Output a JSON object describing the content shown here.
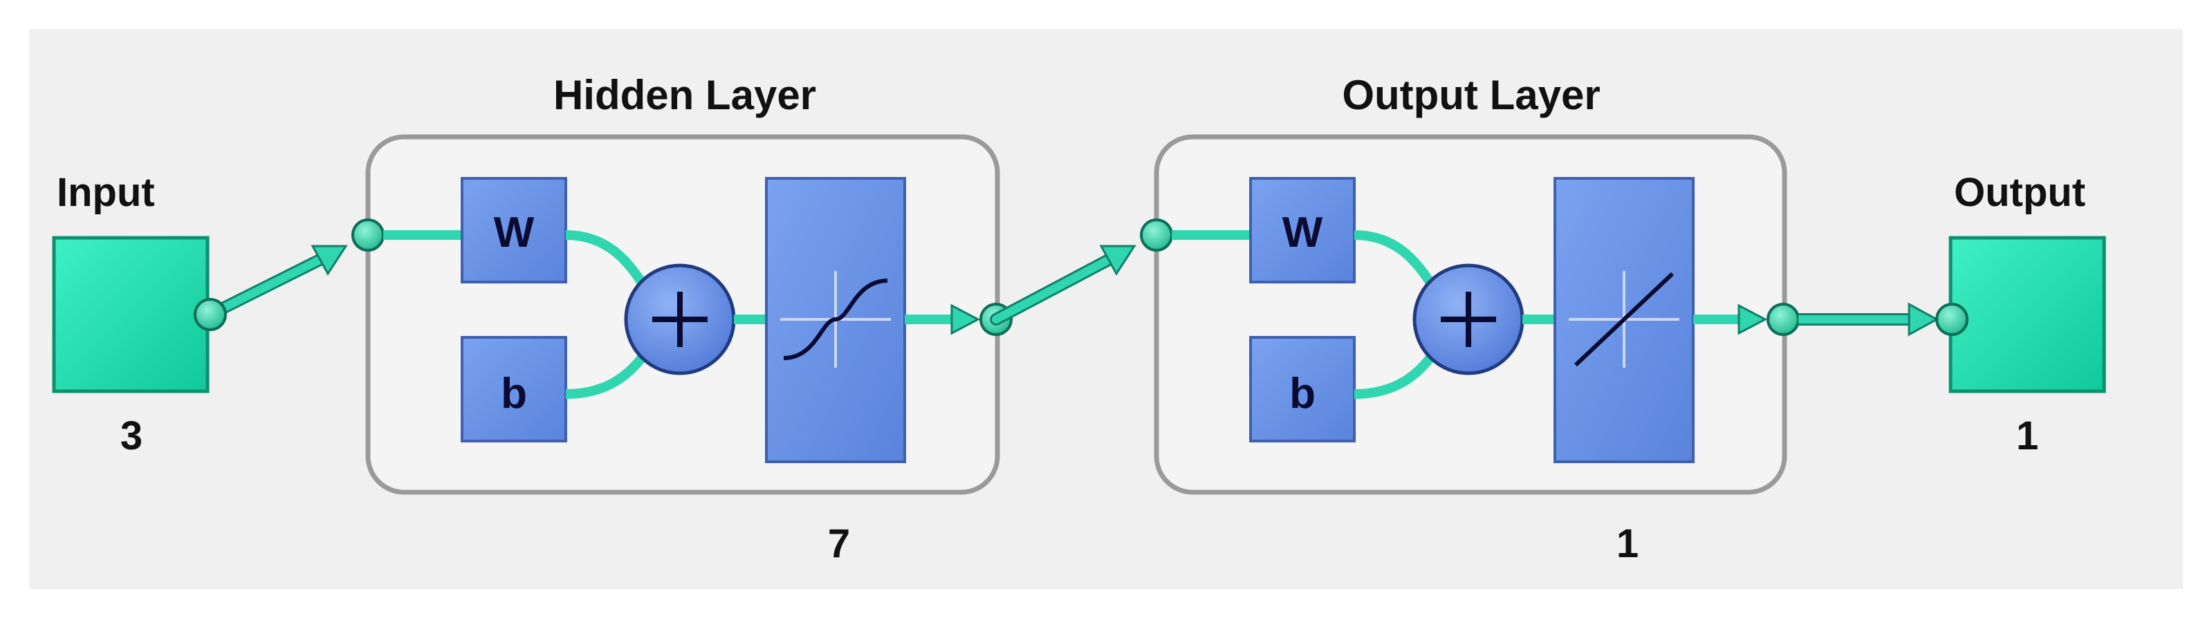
{
  "colors": {
    "panel_bg": "#f0f0f0",
    "layer_bg": "#f4f4f4",
    "layer_border": "#9a9a9a",
    "block_blue": "#6a93e8",
    "block_border": "#3f5fb0",
    "io_green": "#17dfad",
    "connector": "#2fd6b0",
    "connector_dark": "#11806a"
  },
  "input": {
    "label": "Input",
    "size": "3"
  },
  "hidden_layer": {
    "title": "Hidden Layer",
    "weight_label": "W",
    "bias_label": "b",
    "size": "7",
    "transfer_icon": "sigmoid-curve-icon"
  },
  "output_layer": {
    "title": "Output Layer",
    "weight_label": "W",
    "bias_label": "b",
    "size": "1",
    "transfer_icon": "linear-line-icon"
  },
  "output": {
    "label": "Output",
    "size": "1"
  },
  "sum_icon": "plus-circle-icon"
}
